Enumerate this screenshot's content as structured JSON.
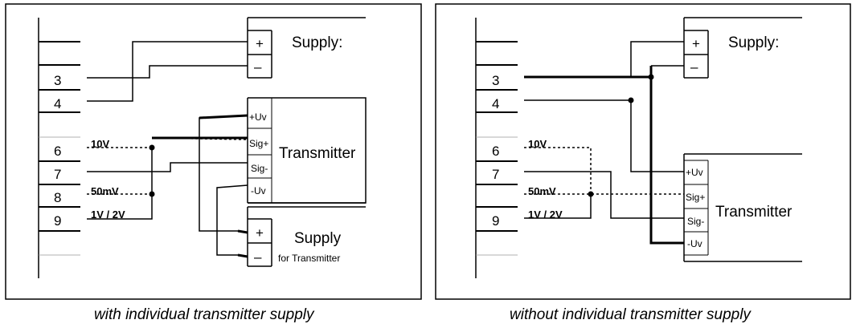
{
  "left_panel": {
    "terminals": [
      "3",
      "4",
      "6",
      "7",
      "8",
      "9"
    ],
    "taps": {
      "tap_10v": "10V",
      "tap_50mv": "50mV",
      "tap_1v2v": "1V / 2V"
    },
    "supply": {
      "label": "Supply:",
      "plus": "+",
      "minus": "–"
    },
    "transmitter": {
      "label": "Transmitter",
      "pins": [
        "+Uv",
        "Sig+",
        "Sig-",
        "-Uv"
      ]
    },
    "transmitter_supply": {
      "label": "Supply",
      "sublabel": "for Transmitter",
      "plus": "+",
      "minus": "–"
    },
    "caption": "with individual transmitter supply"
  },
  "right_panel": {
    "terminals": [
      "3",
      "4",
      "6",
      "7",
      "9"
    ],
    "taps": {
      "tap_10v": "10V",
      "tap_50mv": "50mV",
      "tap_1v2v": "1V / 2V"
    },
    "supply": {
      "label": "Supply:",
      "plus": "+",
      "minus": "–"
    },
    "transmitter": {
      "label": "Transmitter",
      "pins": [
        "+Uv",
        "Sig+",
        "Sig-",
        "-Uv"
      ]
    },
    "caption": "without individual transmitter supply"
  }
}
